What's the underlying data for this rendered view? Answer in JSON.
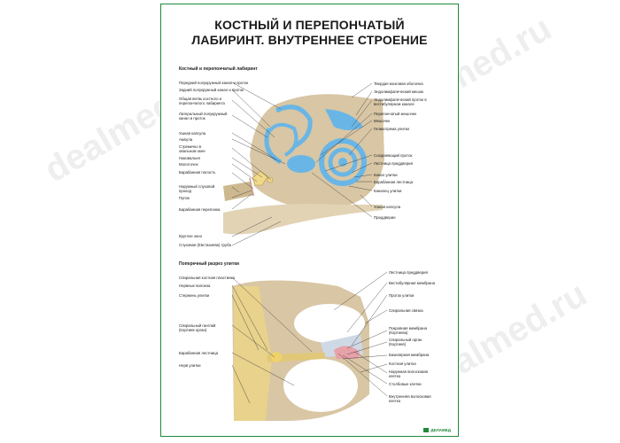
{
  "title": {
    "line1": "КОСТНЫЙ И ПЕРЕПОНЧАТЫЙ",
    "line2": "ЛАБИРИНТ. ВНУТРЕННЕЕ СТРОЕНИЕ"
  },
  "section1": {
    "heading": "Костный и перепончатый лабиринт",
    "left_labels": [
      "Передний полукружный канал и проток",
      "Задний полукружный канал и проток",
      "Общая ветвь костного и",
      "перепончатого лабиринта",
      "Латеральный полукружный",
      "канал и проток",
      "Ушная капсула",
      "Ампула",
      "Стремечко в",
      "овальном окне",
      "Наковальня",
      "Молоточек",
      "Барабанная полость",
      "Наружный слуховой",
      "проход",
      "Пупок",
      "Барабанная перепонка",
      "Круглое окно",
      "Слуховая (Евстахиева) труба"
    ],
    "right_labels": [
      "Твердая мозговая оболочка",
      "Эндолимфатический мешок",
      "Эндолимфатический проток в",
      "вестибулярном канале",
      "Перепончатый мешочек",
      "Мешочек",
      "Геликотрема улитки",
      "Соединяющий проток",
      "Лестница преддверия",
      "Канал улитки",
      "Барабанная лестница",
      "Каналец улитки",
      "Ушная капсула",
      "Преддверие"
    ]
  },
  "section2": {
    "heading": "Поперечный разрез улитки",
    "left_labels": [
      "Спиральная костная пластинка",
      "Нервные волокна",
      "Стержень улитки",
      "Спиральный ганглий",
      "(Кортиев орган)",
      "Барабанная лестница",
      "Нерв улитки"
    ],
    "right_labels": [
      "Лестница преддверия",
      "Вестибулярная мембрана",
      "Проток улитки",
      "Спиральная связка",
      "Покровная мембрана",
      "(Кортиева)",
      "Спиральный орган",
      "(Кортиев)",
      "Базилярная мембрана",
      "Костная улитка",
      "Наружная волосковая",
      "клетка",
      "Столбовые клетки",
      "Внутренняя волосковая",
      "клетка"
    ]
  },
  "logo": "ДЕЛАМЕД",
  "watermark": "dealmed.ru",
  "colors": {
    "frame": "#1f8a3a",
    "bone": "#d8c6a4",
    "labyrinth": "#69b6e6",
    "nerve": "#e8d28c"
  }
}
